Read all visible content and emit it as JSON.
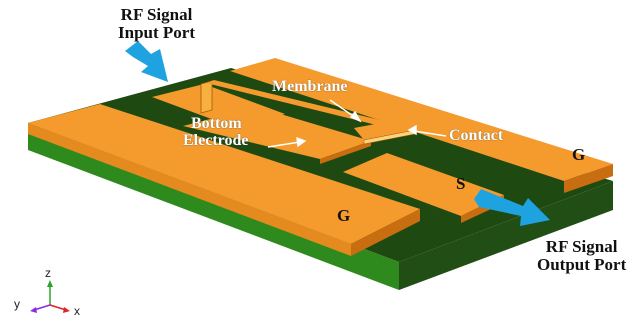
{
  "labels": {
    "rf_input": [
      "RF Signal",
      "Input Port"
    ],
    "rf_output": [
      "RF Signal",
      "Output Port"
    ],
    "membrane": "Membrane",
    "bottom_electrode": [
      "Bottom",
      "Electrode"
    ],
    "contact": "Contact",
    "ground_top": "G",
    "signal": "S",
    "ground_bottom": "G"
  },
  "axes": {
    "z": "z",
    "y": "y",
    "x": "x"
  },
  "colors": {
    "substrate_top": "#1e4a12",
    "substrate_front": "#2e8a1c",
    "substrate_side": "#214e14",
    "metal": "#f59a2c",
    "metal_edge": "#c86d10",
    "port_arrow": "#1fa3e0"
  },
  "icons": [
    "port-arrow-icon",
    "axis-triad-icon"
  ]
}
